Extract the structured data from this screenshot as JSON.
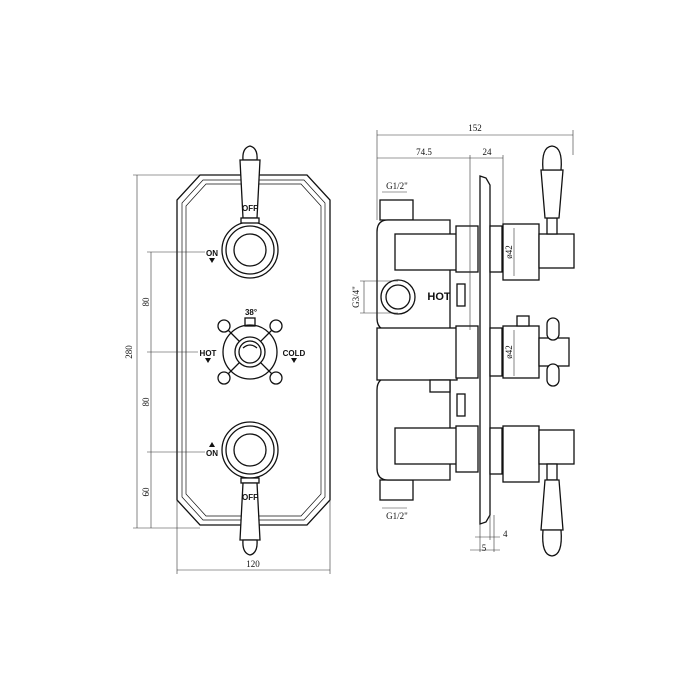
{
  "front_view": {
    "labels": {
      "off_top": "OFF",
      "on_top": "ON",
      "temp": "38°",
      "hot": "HOT",
      "cold": "COLD",
      "on_bottom": "ON",
      "off_bottom": "OFF"
    },
    "dimensions": {
      "height": "280",
      "upper_spacing": "80",
      "middle_spacing": "80",
      "lower_spacing": "60",
      "width": "120"
    }
  },
  "side_view": {
    "labels": {
      "hot": "HOT"
    },
    "dimensions": {
      "overall_depth": "152",
      "body_depth": "74.5",
      "projection": "24",
      "inlet_top": "G1/2\"",
      "inlet_bottom": "G1/2\"",
      "outlet": "G3/4\"",
      "diameter_upper": "ø42",
      "diameter_middle": "ø42",
      "plate_offset": "4",
      "plate_thickness": "5"
    }
  }
}
